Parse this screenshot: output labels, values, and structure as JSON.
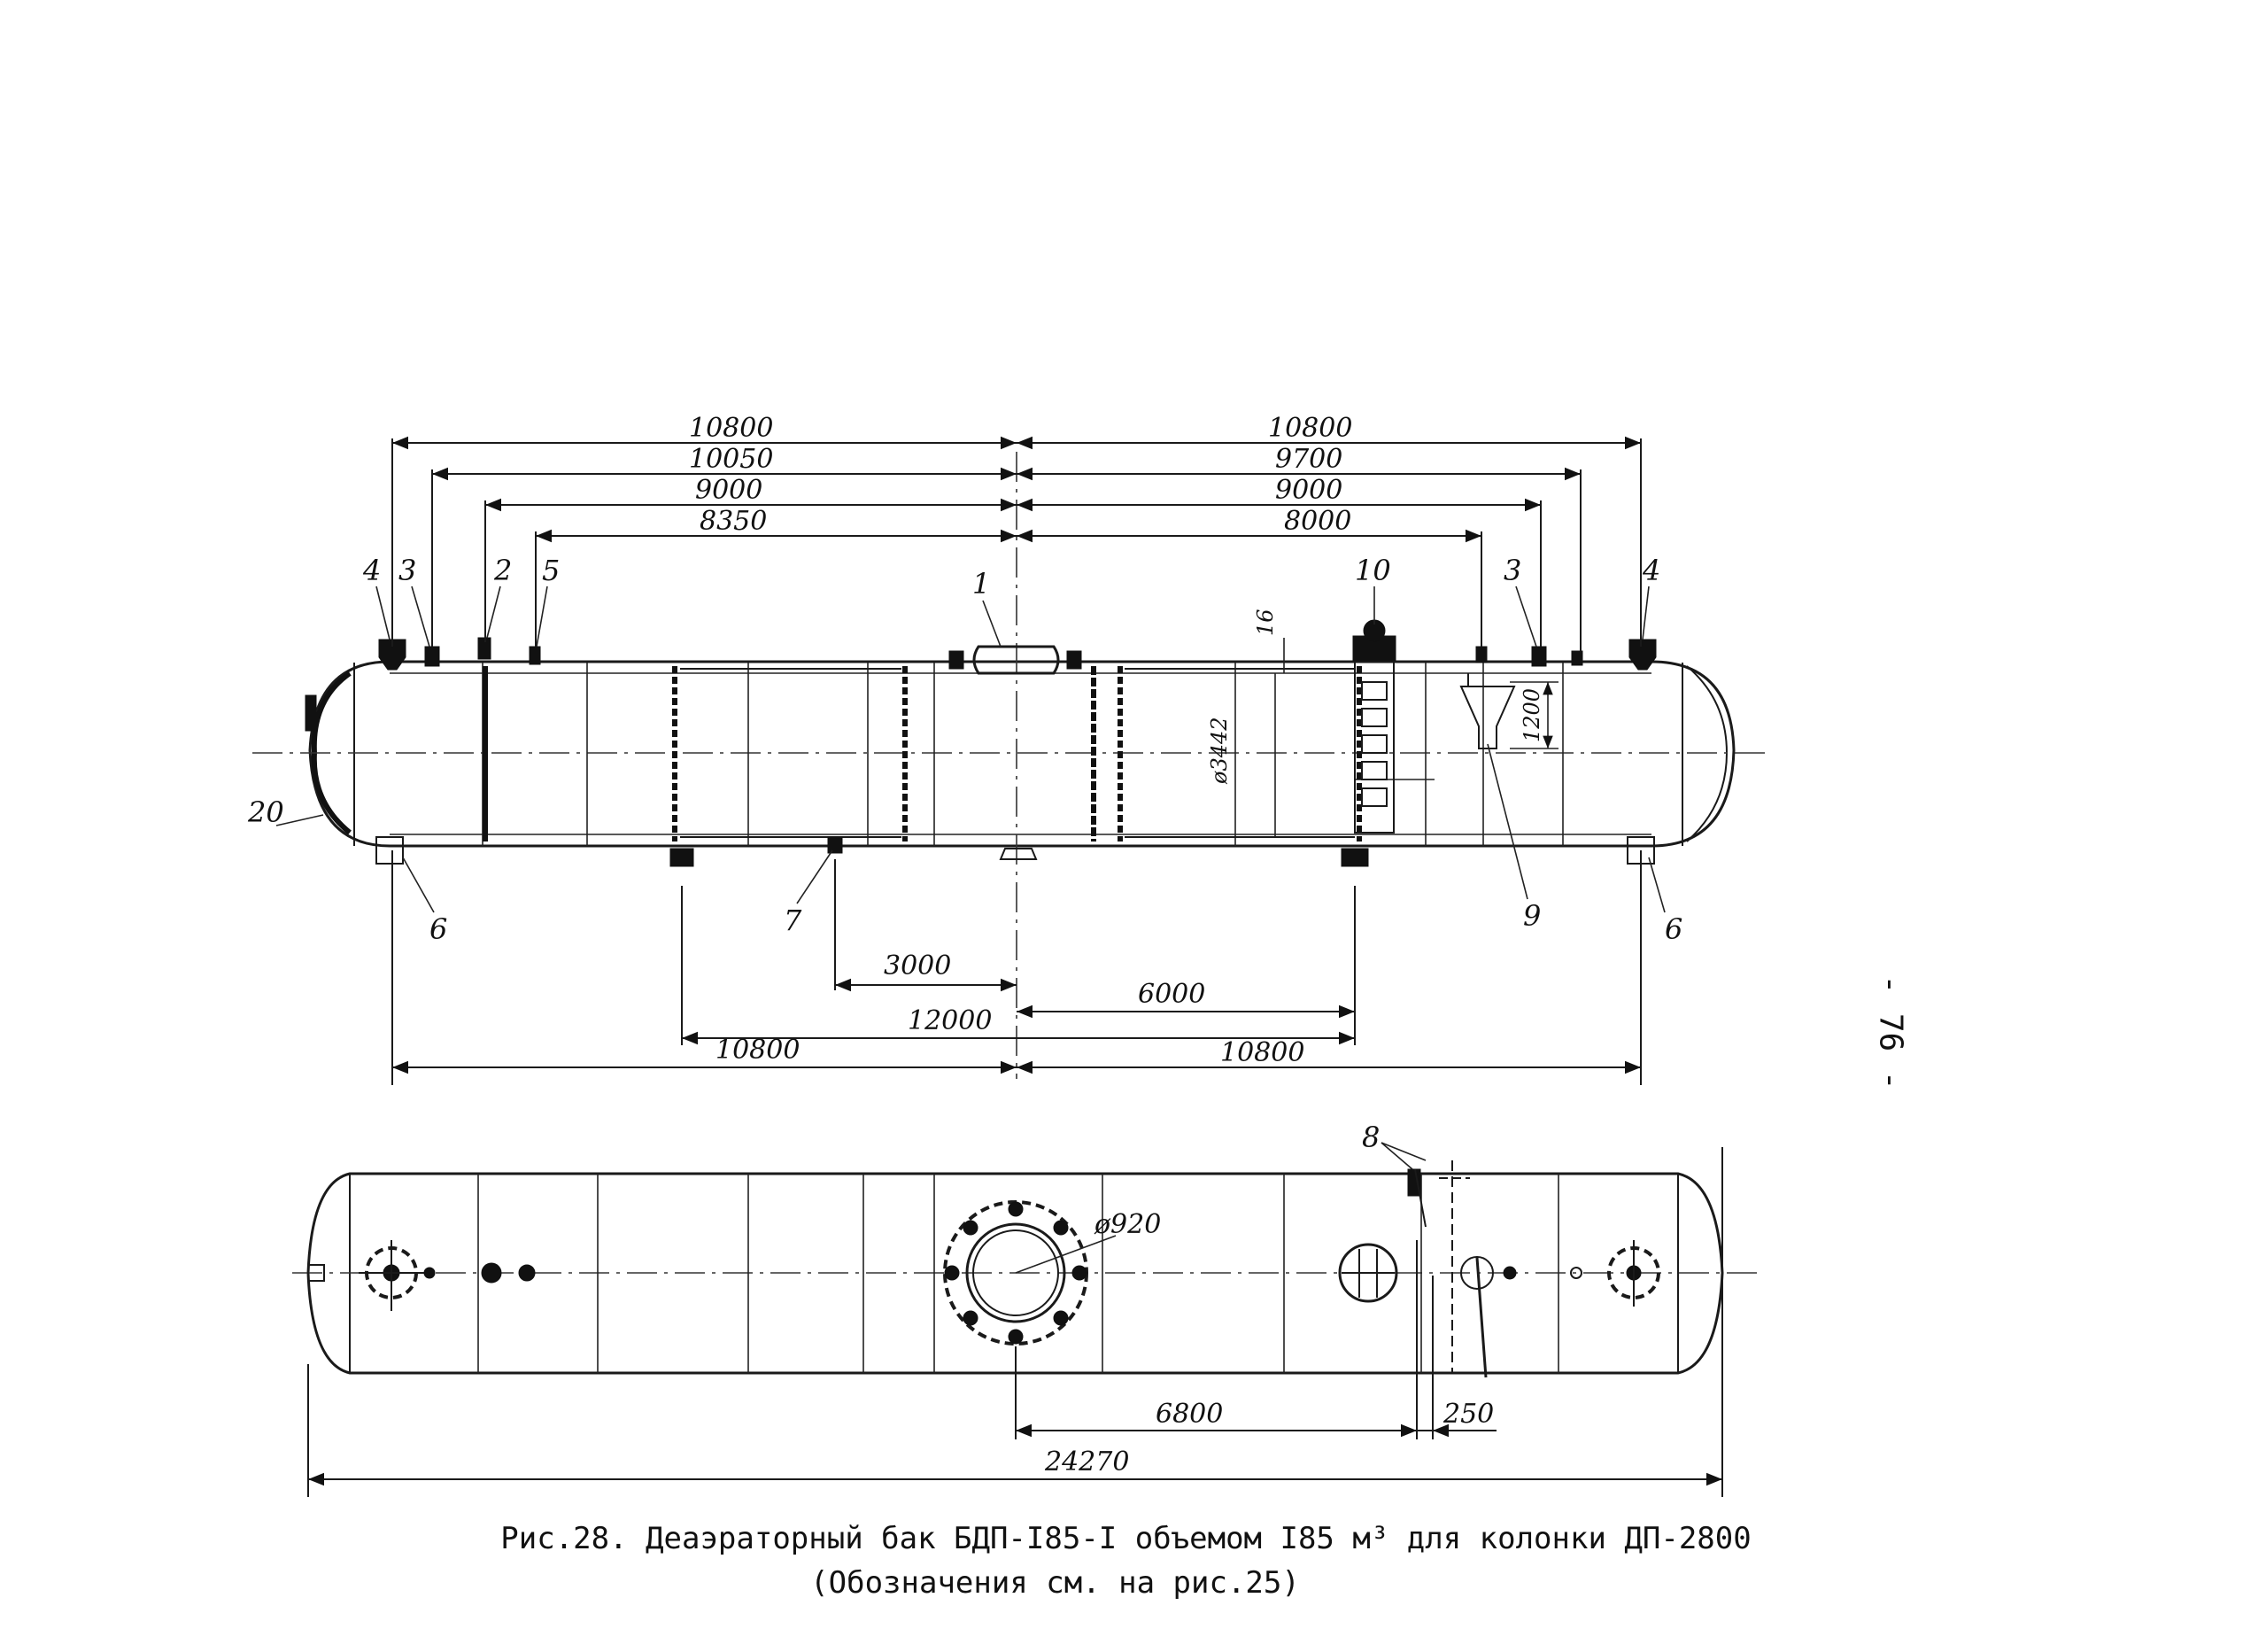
{
  "caption": {
    "line1": "Рис.28. Деаэраторный бак БДП-I85-I объемом I85 м³ для колонки ДП-2800",
    "line2": "(Обозначения см. на рис.25)"
  },
  "page_number": "- 76 -",
  "top_view": {
    "dims_top_left": [
      "10800",
      "10050",
      "9000",
      "8350"
    ],
    "dims_top_right": [
      "10800",
      "9700",
      "9000",
      "8000"
    ],
    "dims_bottom": {
      "d3000": "3000",
      "d6000": "6000",
      "d12000": "12000",
      "d10800_left": "10800",
      "d10800_right": "10800"
    },
    "dim_16": "16",
    "dim_1200": "1200",
    "dim_diameter": "ø3442",
    "callouts": {
      "c1": "1",
      "c2": "2",
      "c3a": "3",
      "c3b": "3",
      "c4a": "4",
      "c4b": "4",
      "c5": "5",
      "c6a": "6",
      "c6b": "6",
      "c7": "7",
      "c9": "9",
      "c10": "10",
      "c20": "20"
    }
  },
  "plan_view": {
    "dim_diameter": "ø920",
    "dim_6800": "6800",
    "dim_250": "250",
    "dim_24270": "24270",
    "callout_8": "8"
  }
}
